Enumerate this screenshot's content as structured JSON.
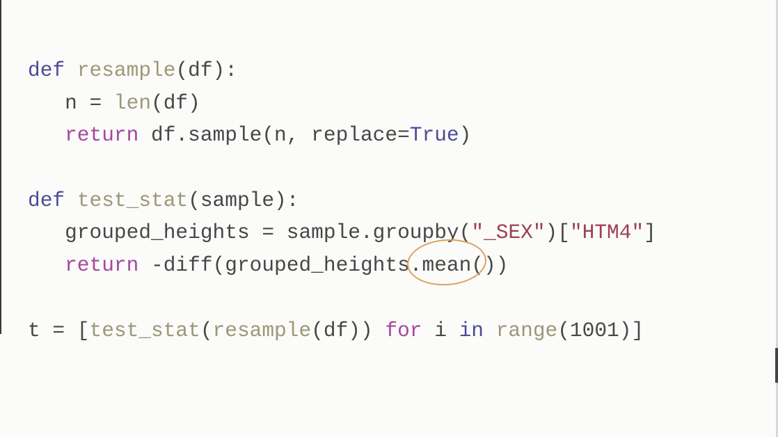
{
  "slide": {
    "code": {
      "lines": [
        {
          "tokens": [
            {
              "t": "def",
              "c": "kw"
            },
            {
              "t": " ",
              "c": "plain"
            },
            {
              "t": "resample",
              "c": "fn"
            },
            {
              "t": "(df):",
              "c": "plain"
            }
          ]
        },
        {
          "tokens": [
            {
              "t": "   n = ",
              "c": "plain"
            },
            {
              "t": "len",
              "c": "fn"
            },
            {
              "t": "(df)",
              "c": "plain"
            }
          ]
        },
        {
          "tokens": [
            {
              "t": "   ",
              "c": "plain"
            },
            {
              "t": "return",
              "c": "ret"
            },
            {
              "t": " df.sample(n, replace=",
              "c": "plain"
            },
            {
              "t": "True",
              "c": "const"
            },
            {
              "t": ")",
              "c": "plain"
            }
          ]
        },
        {
          "tokens": []
        },
        {
          "tokens": [
            {
              "t": "def",
              "c": "kw"
            },
            {
              "t": " ",
              "c": "plain"
            },
            {
              "t": "test_stat",
              "c": "fn"
            },
            {
              "t": "(sample):",
              "c": "plain"
            }
          ]
        },
        {
          "tokens": [
            {
              "t": "   grouped_heights = sample.groupby(",
              "c": "plain"
            },
            {
              "t": "\"_SEX\"",
              "c": "str"
            },
            {
              "t": ")[",
              "c": "plain"
            },
            {
              "t": "\"HTM4\"",
              "c": "str"
            },
            {
              "t": "]",
              "c": "plain"
            }
          ]
        },
        {
          "tokens": [
            {
              "t": "   ",
              "c": "plain"
            },
            {
              "t": "return",
              "c": "ret"
            },
            {
              "t": " -diff(grouped_heights.mean())",
              "c": "plain"
            }
          ]
        },
        {
          "tokens": []
        },
        {
          "tokens": [
            {
              "t": "t = [",
              "c": "plain"
            },
            {
              "t": "test_stat",
              "c": "fn"
            },
            {
              "t": "(",
              "c": "plain"
            },
            {
              "t": "resample",
              "c": "fn"
            },
            {
              "t": "(df)) ",
              "c": "plain"
            },
            {
              "t": "for",
              "c": "ret"
            },
            {
              "t": " i ",
              "c": "plain"
            },
            {
              "t": "in",
              "c": "kw"
            },
            {
              "t": " ",
              "c": "plain"
            },
            {
              "t": "range",
              "c": "fn"
            },
            {
              "t": "(1001)]",
              "c": "plain"
            }
          ]
        }
      ]
    },
    "annotation_color": "#d9a45a"
  }
}
